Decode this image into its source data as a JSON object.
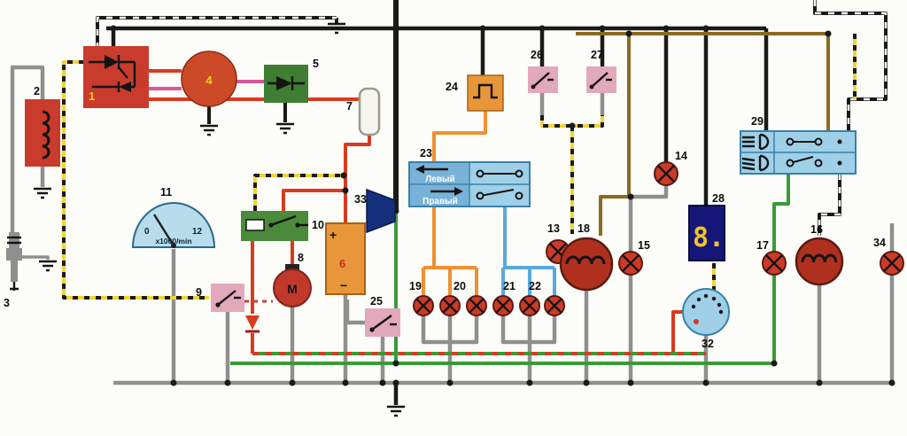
{
  "component_labels": {
    "c1": "1",
    "c2": "2",
    "c3": "3",
    "c4": "4",
    "c5": "5",
    "c6": "6",
    "c7": "7",
    "c8": "8",
    "c9": "9",
    "c10": "10",
    "c11": "11",
    "c13": "13",
    "c14": "14",
    "c15": "15",
    "c16": "16",
    "c17": "17",
    "c18": "18",
    "c19": "19",
    "c20": "20",
    "c21": "21",
    "c22": "22",
    "c23": "23",
    "c24": "24",
    "c25": "25",
    "c26": "26",
    "c27": "27",
    "c28": "28",
    "c29": "29",
    "c32": "32",
    "c33": "33",
    "c34": "34"
  },
  "tachometer": {
    "scale_min": "0",
    "scale_max": "12",
    "units": "x1000/min"
  },
  "turn_switch": {
    "left": "Левый",
    "right": "Правый"
  },
  "display": {
    "value": "8."
  },
  "motor": {
    "label": "M"
  },
  "battery": {
    "plus": "+",
    "minus": "−"
  },
  "wire_colors": {
    "black": "#1a1a1a",
    "gray": "#8f8f8f",
    "red": "#d93a20",
    "yellow_black_dashed": "#f0d435",
    "green": "#3a9a3a",
    "orange": "#f09030",
    "blue": "#58aadc",
    "brown": "#8a6a20",
    "magenta": "#d8569a",
    "white_black_dashed": "#ffffff",
    "red_green_dashed": "#d93a20",
    "pink": "#e2a8bc"
  }
}
